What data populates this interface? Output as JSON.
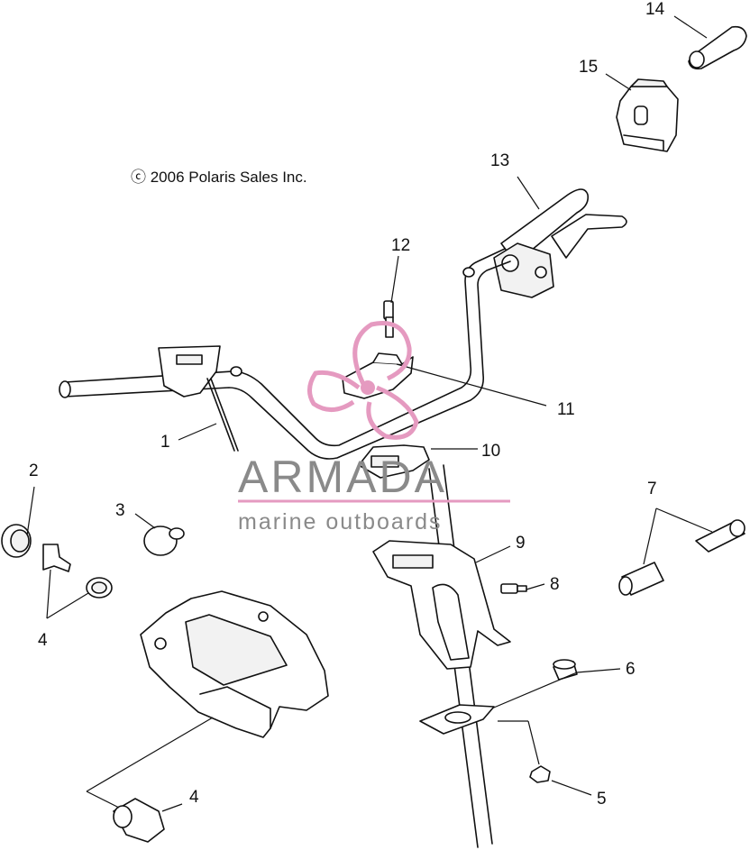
{
  "copyright": "ⓒ 2006 Polaris Sales Inc.",
  "watermark": {
    "brand": "ARMADA",
    "tagline": "marine outboards",
    "logo_color": "#e59ac0",
    "line_color": "#e59ac0",
    "text_color": "#8a8a8a"
  },
  "callouts": {
    "c1": "1",
    "c2": "2",
    "c3": "3",
    "c4a": "4",
    "c4b": "4",
    "c5": "5",
    "c6": "6",
    "c7": "7",
    "c8": "8",
    "c9": "9",
    "c10": "10",
    "c11": "11",
    "c12": "12",
    "c13": "13",
    "c14": "14",
    "c15": "15"
  }
}
